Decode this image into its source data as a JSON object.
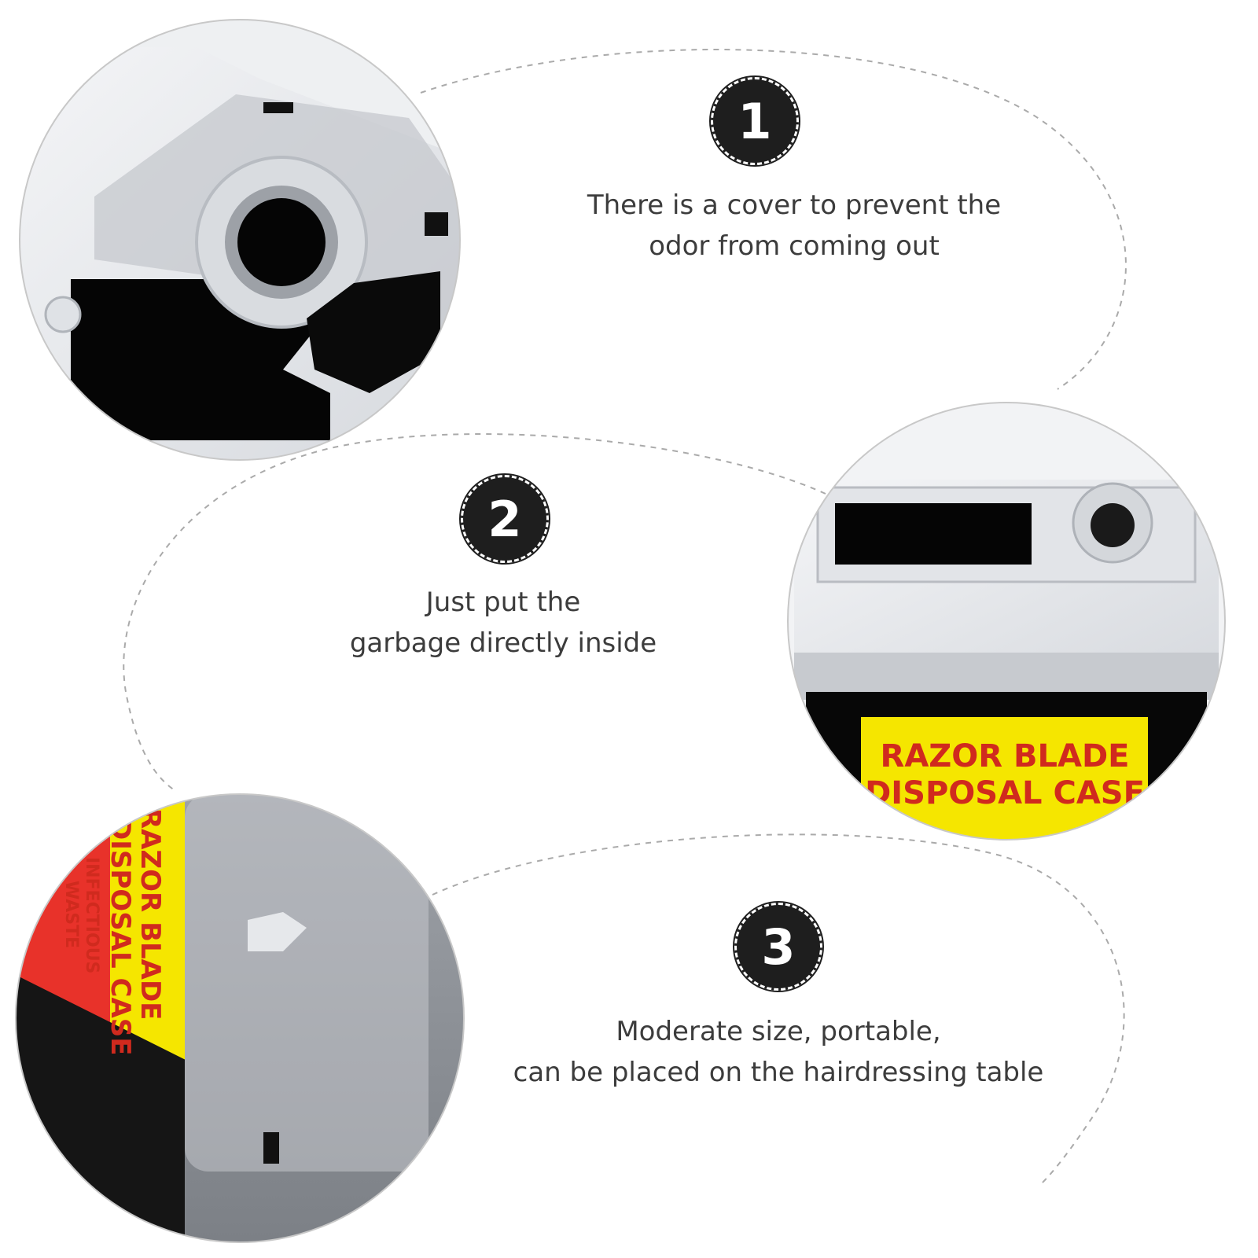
{
  "features": [
    {
      "number": "1",
      "lines": [
        "There is a cover to prevent the",
        "odor from coming out"
      ]
    },
    {
      "number": "2",
      "lines": [
        "Just put the",
        "garbage directly inside"
      ]
    },
    {
      "number": "3",
      "lines": [
        "Moderate size, portable,",
        "can be placed on the hairdressing table"
      ]
    }
  ],
  "product_labels": {
    "front_label": [
      "RAZOR BLADE",
      "DISPOSAL CASE"
    ],
    "side_label": [
      "RAZOR BLADE",
      "DISPOSAL CASE",
      "INFECTIOUS",
      "WASTE"
    ]
  },
  "colors": {
    "badge": "#1e1e1e",
    "label_yellow": "#f5e600",
    "label_red": "#e8322a",
    "label_text": "#d02a1e",
    "caption_text": "#3c3c3c",
    "connector": "#aaaaaa"
  }
}
